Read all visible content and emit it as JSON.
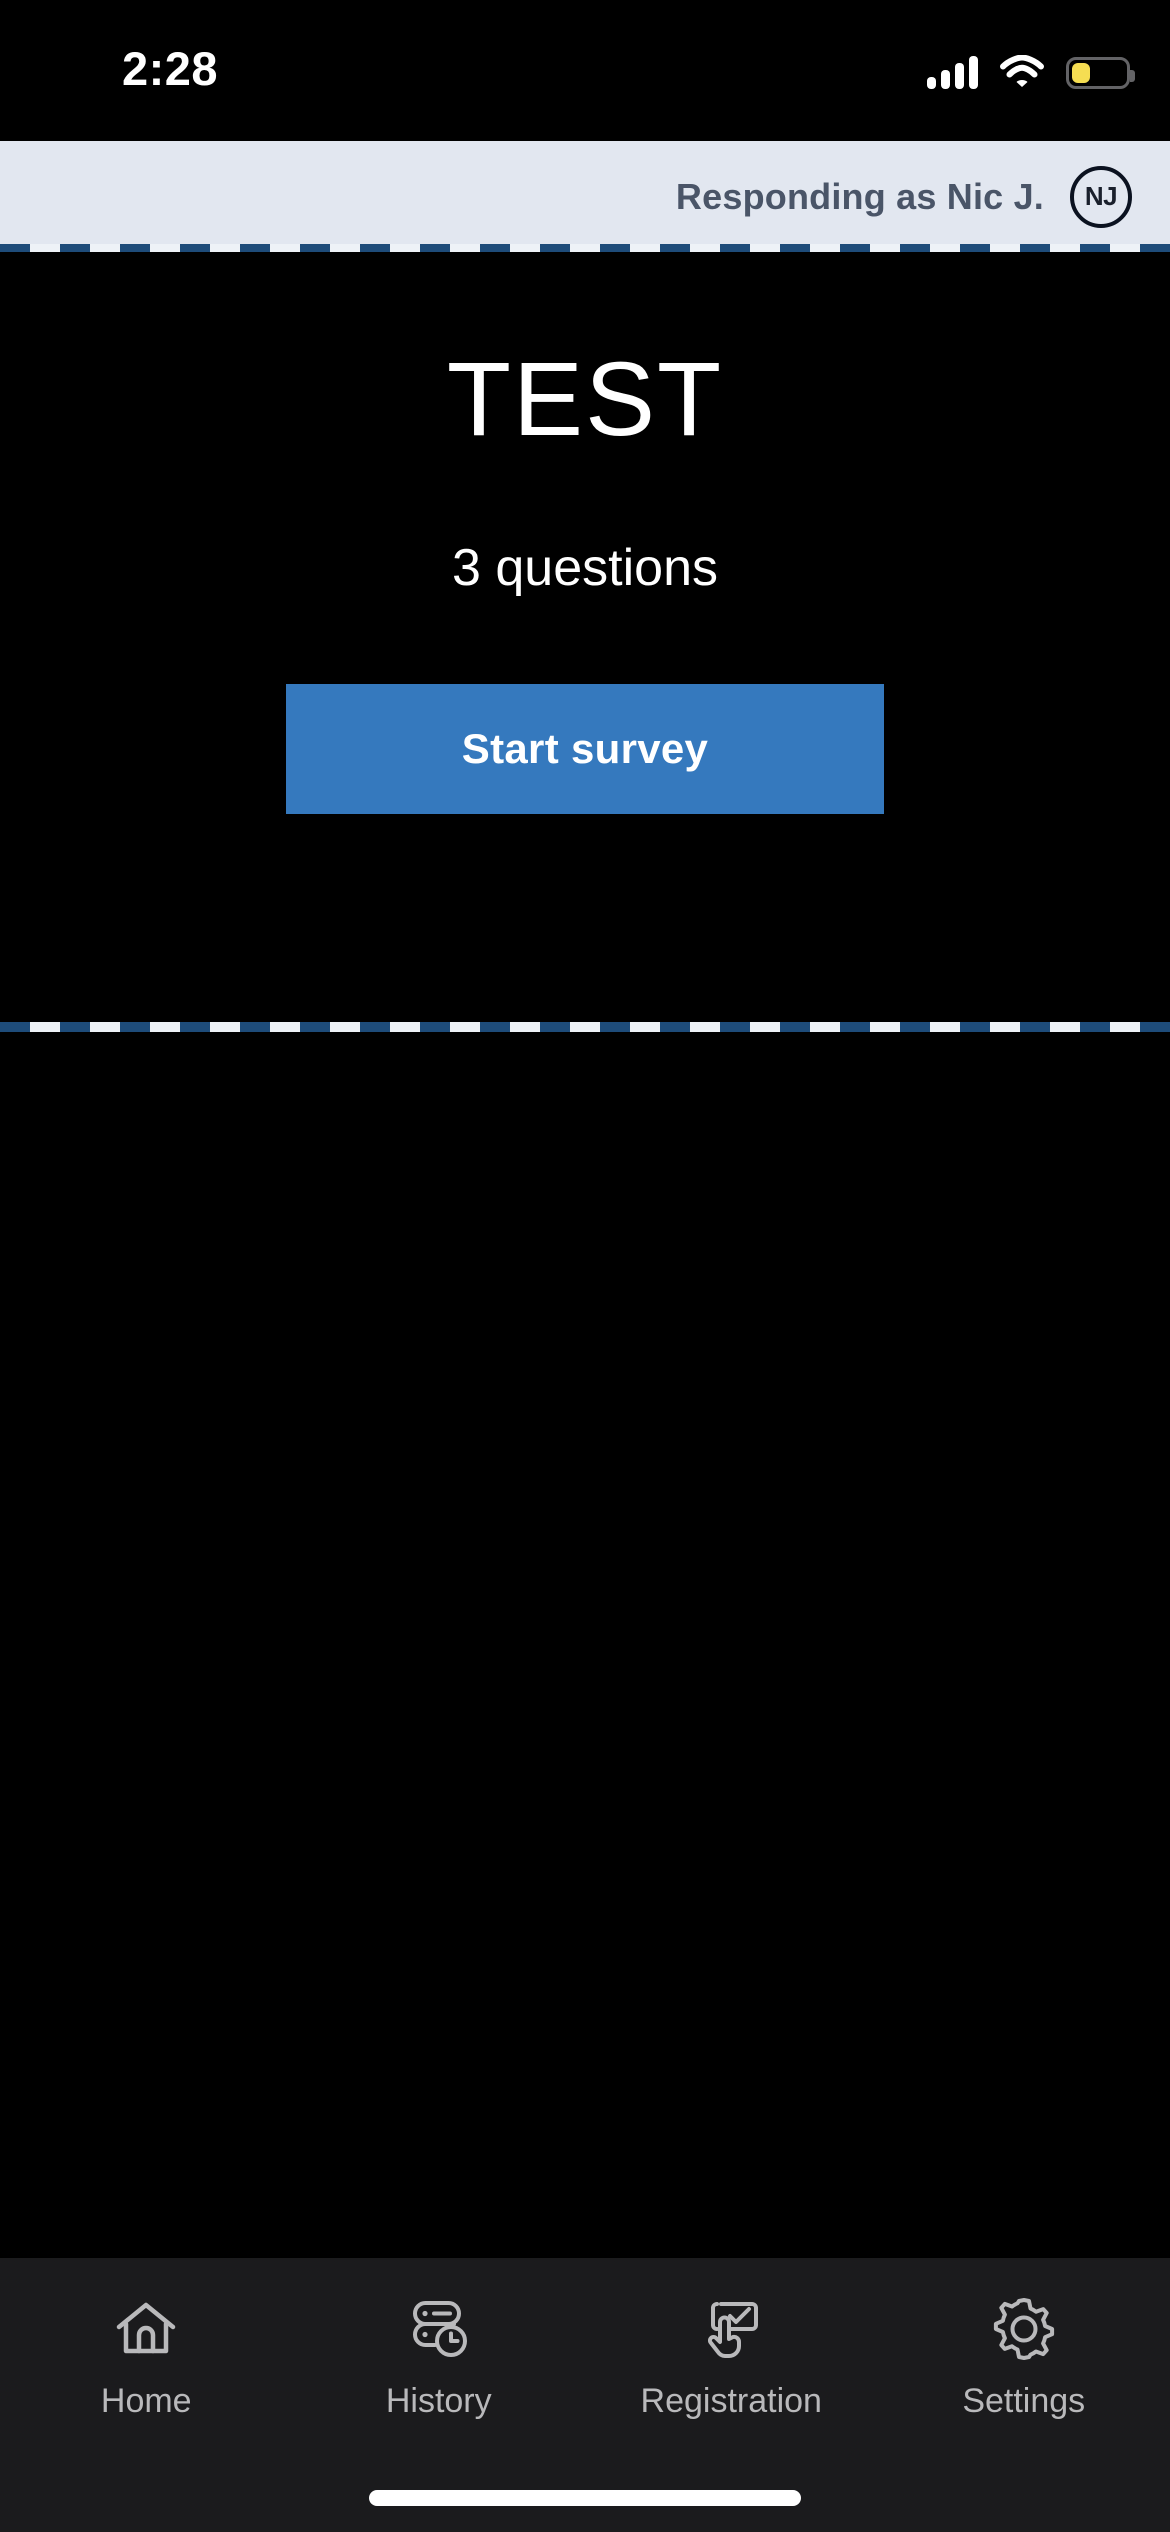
{
  "status_bar": {
    "time": "2:28",
    "cellular_icon": "cellular-signal-icon",
    "cellular_bars_filled": 4,
    "wifi_icon": "wifi-icon",
    "battery_icon": "battery-icon",
    "battery_level_percent": 35,
    "battery_color": "#f5dd52"
  },
  "header": {
    "responding_label": "Responding as Nic J.",
    "avatar_initials": "NJ",
    "background_color": "#e2e7f0",
    "text_color": "#4a5568",
    "divider_style": "dashed",
    "divider_colors": [
      "#1e4c7a",
      "#eef2f7"
    ]
  },
  "survey": {
    "title": "TEST",
    "question_count_label": "3 questions",
    "start_button_label": "Start survey",
    "start_button_color": "#3579be",
    "start_button_text_color": "#ffffff"
  },
  "tab_bar": {
    "background_color": "#1b1b1d",
    "label_color": "#b9b9bb",
    "items": [
      {
        "label": "Home",
        "icon": "home-icon",
        "selected": false
      },
      {
        "label": "History",
        "icon": "history-database-clock-icon",
        "selected": false
      },
      {
        "label": "Registration",
        "icon": "registration-tap-checkbox-icon",
        "selected": false
      },
      {
        "label": "Settings",
        "icon": "gear-icon",
        "selected": false
      }
    ]
  },
  "home_indicator": {
    "color": "#ffffff"
  }
}
